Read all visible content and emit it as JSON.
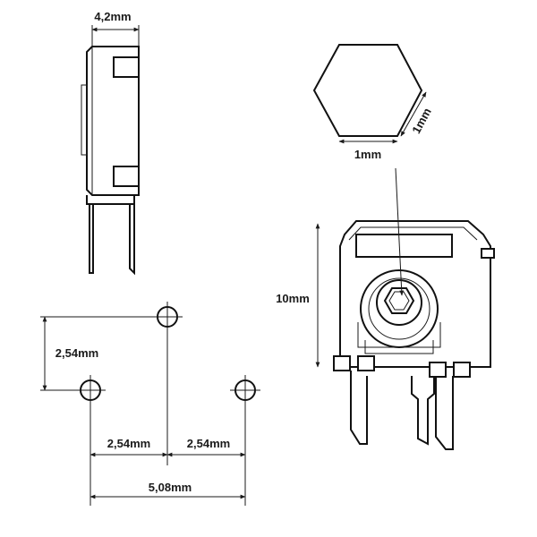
{
  "labels": {
    "side_width": "4,2mm",
    "hex_side": "1mm",
    "hex_width": "1mm",
    "height": "10mm",
    "pitch_vertical": "2,54mm",
    "pitch_h1": "2,54mm",
    "pitch_h2": "2,54mm",
    "pitch_total": "5,08mm"
  }
}
